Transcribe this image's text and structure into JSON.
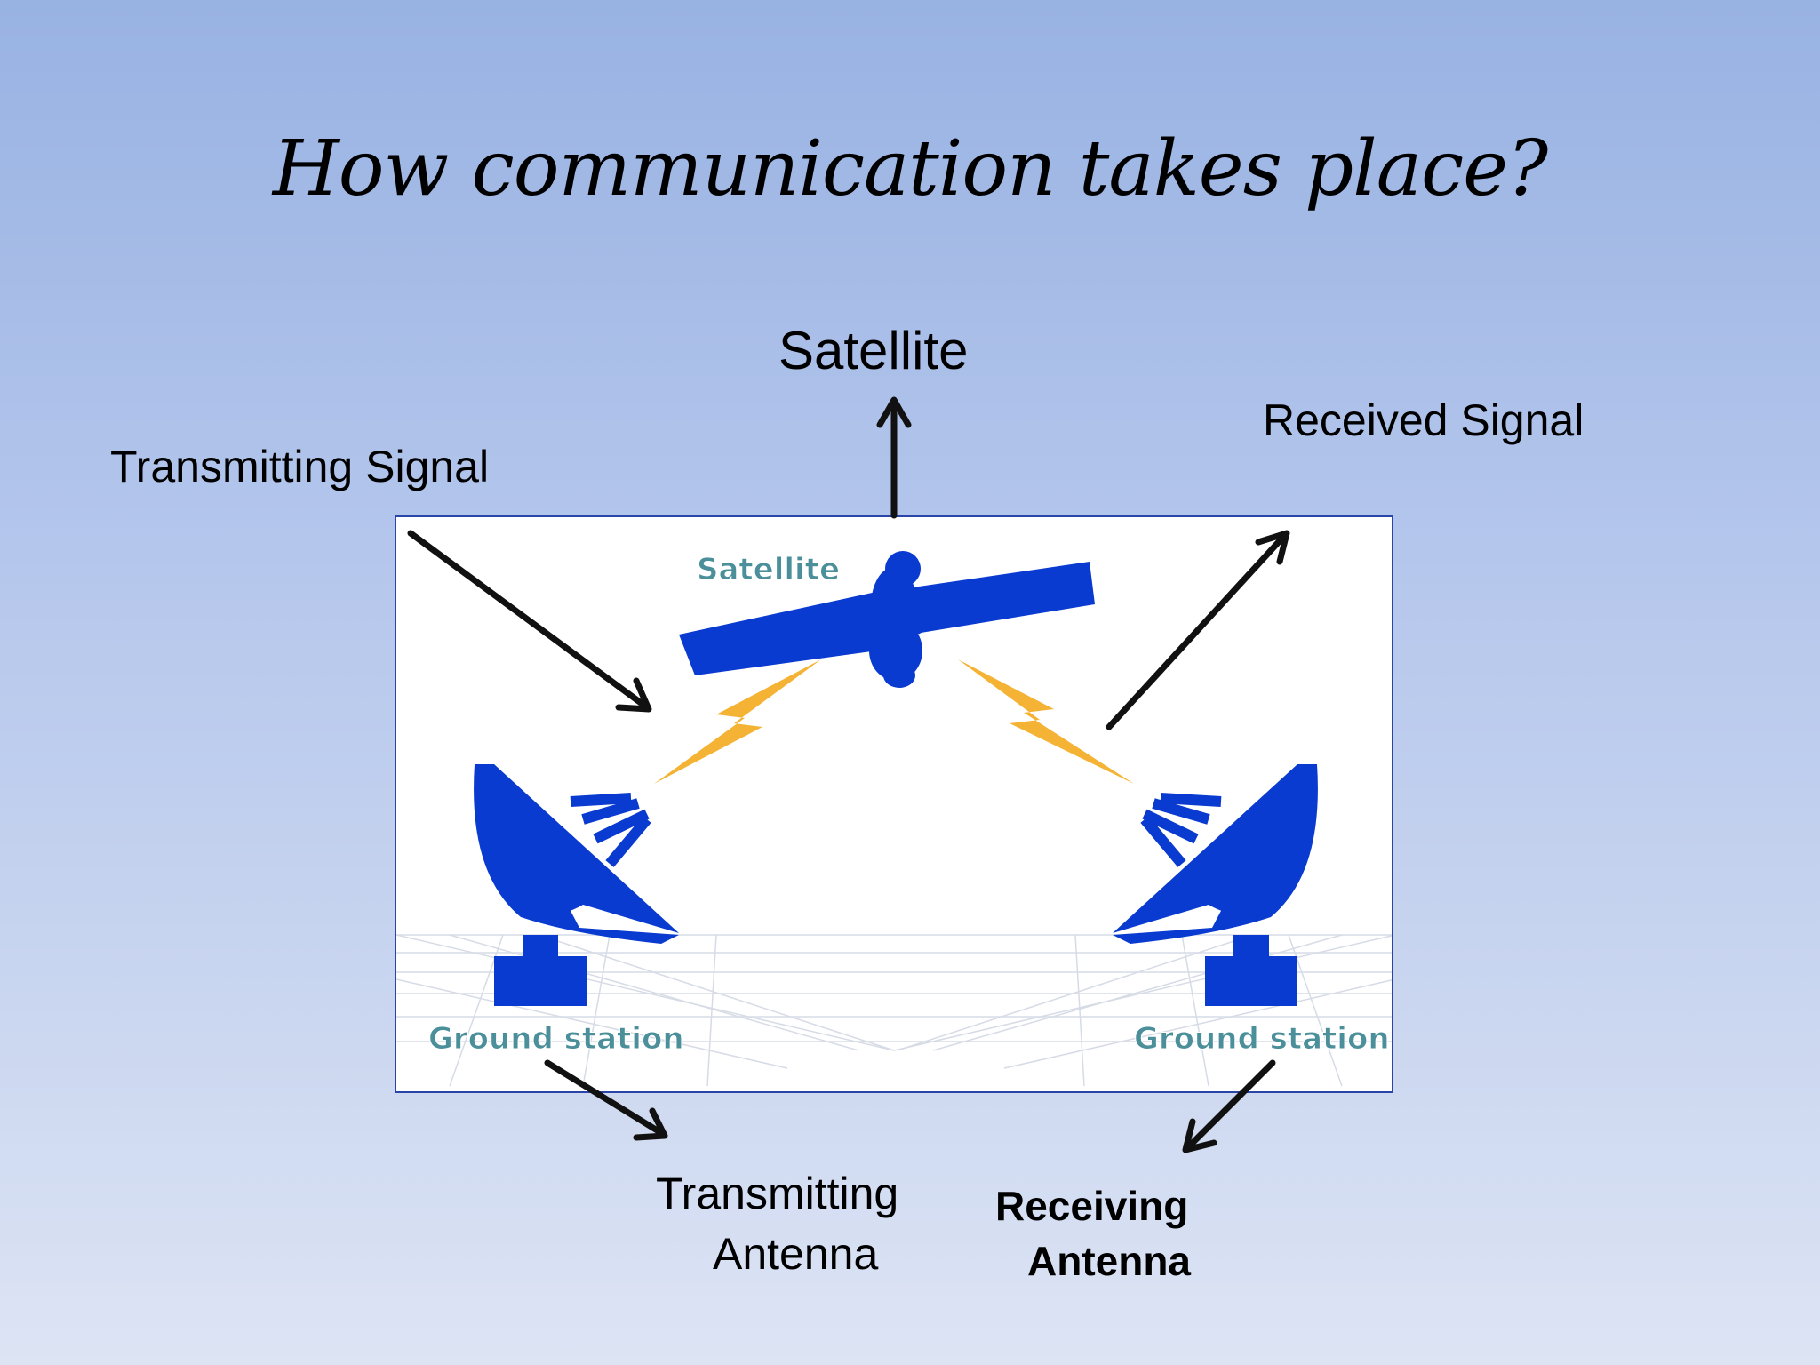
{
  "slide": {
    "title": "How communication takes place?"
  },
  "labels": {
    "satellite": "Satellite",
    "received_signal": "Received Signal",
    "transmitting_signal": "Transmitting Signal",
    "transmitting_antenna_line1": "Transmitting",
    "transmitting_antenna_line2": "Antenna",
    "receiving_antenna_line1": "Receiving",
    "receiving_antenna_line2": "Antenna"
  },
  "illustration": {
    "satellite_caption": "Satellite",
    "left_station_caption": "Ground station",
    "right_station_caption": "Ground station",
    "colors": {
      "device_blue": "#0a3bd0",
      "signal_orange": "#f5b335",
      "caption_teal": "#4a8f9a",
      "box_border": "#2a45a8"
    }
  }
}
